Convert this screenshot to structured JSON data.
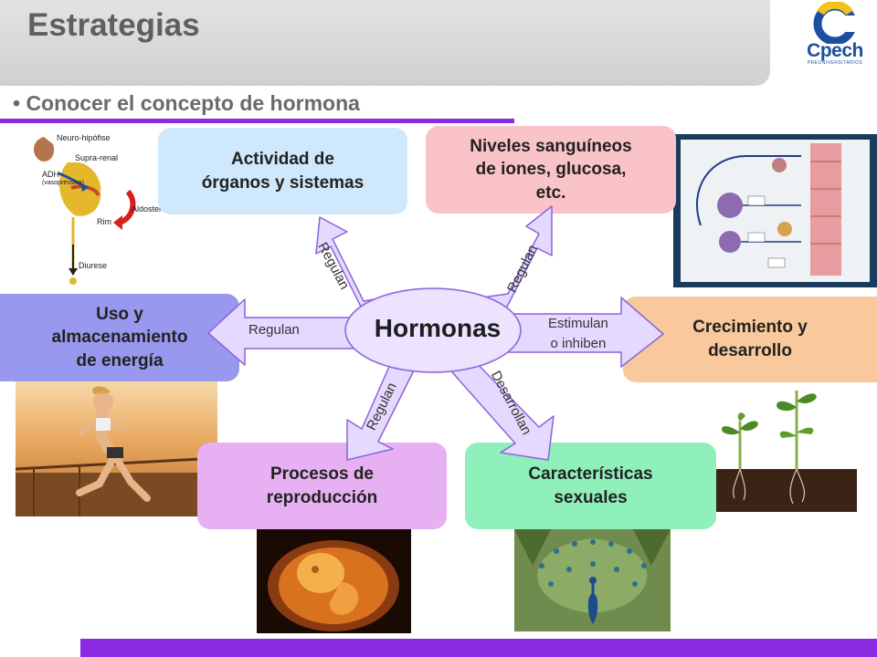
{
  "header": {
    "title": "Estrategias",
    "logo_text": "Cpech",
    "logo_sub": "PREUNIVERSITARIOS"
  },
  "subtitle": "• Conocer  el concepto de hormona",
  "center": {
    "label": "Hormonas"
  },
  "boxes": {
    "organos": "Actividad de\nórganos y sistemas",
    "niveles": "Niveles sanguíneos\nde iones, glucosa,\netc.",
    "energia": "Uso y\nalmacenamiento\nde energía",
    "crecimiento": "Crecimiento y\ndesarrollo",
    "reproduccion": "Procesos de\nreproducción",
    "sexuales": "Características\nsexuales"
  },
  "arrows": {
    "up_left": "Regulan",
    "up_right": "Regulan",
    "left": "Regulan",
    "right": "Estimulan\no inhiben",
    "down_left": "Regulan",
    "down_right": "Desarrollan"
  },
  "kidney_diagram": {
    "labels": [
      "Neuro-hipófise",
      "Supra-renal",
      "ADH",
      "(vasopressina)",
      "Aldosterona",
      "Rim",
      "Diurese"
    ]
  },
  "colors": {
    "accent_purple": "#8a2be2",
    "arrow_fill": "#e6d9ff",
    "arrow_stroke": "#8a64d8"
  }
}
